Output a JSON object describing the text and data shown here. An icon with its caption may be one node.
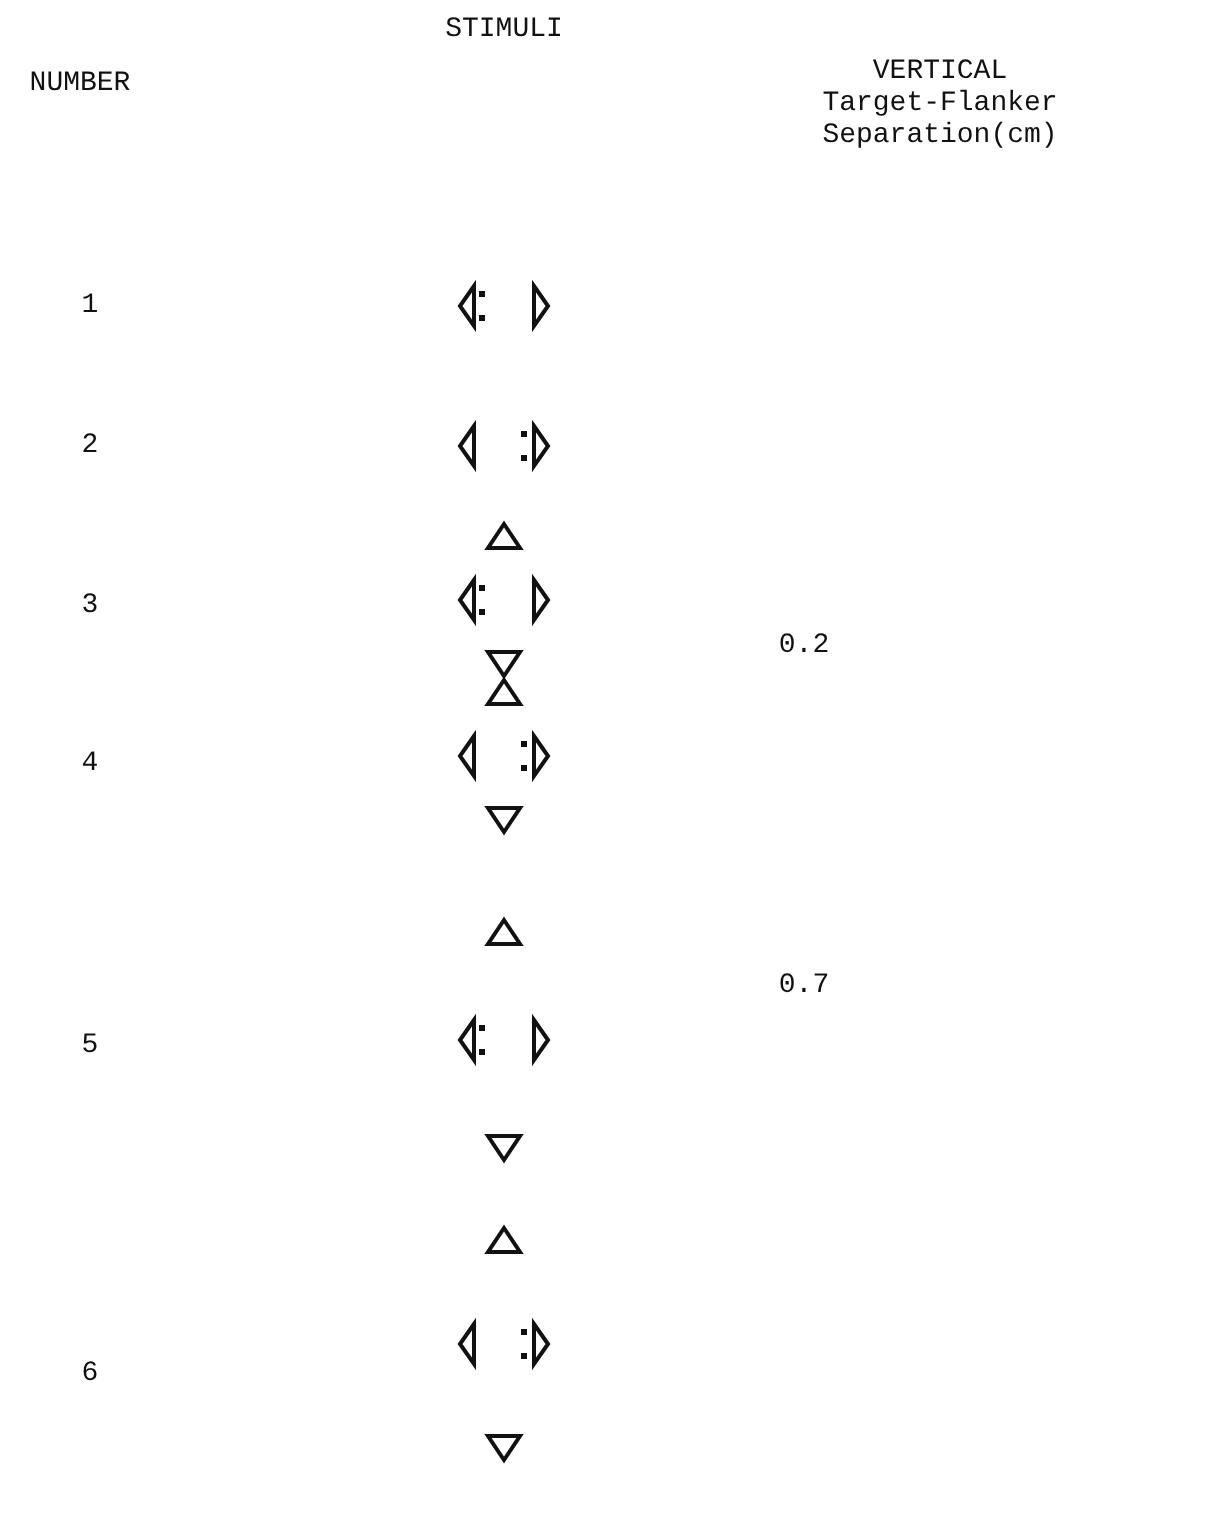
{
  "diagram": {
    "labels": [
      "STIMULI",
      "NUMBER",
      "VERTICAL Target-Flanker Separation(cm)",
      "1",
      "2",
      "3",
      "4",
      "0.2",
      "5",
      "0.7",
      "6"
    ]
  }
}
